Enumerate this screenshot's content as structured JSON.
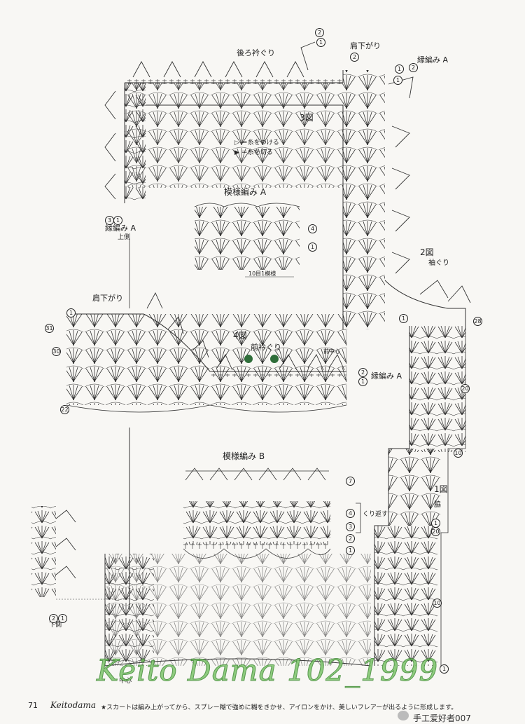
{
  "labels": {
    "neck_back": "後ろ衿ぐり",
    "shoulder_top": "肩下がり",
    "edging_a_top": "縁編み A",
    "fig3": "3図",
    "legend_attach": "＝糸をつける",
    "legend_cut": "＝糸を切る",
    "pattern_a": "模様編み A",
    "pattern_a_note": "10目1模様",
    "edging_a_left": "縁編み A",
    "upper_side": "上側",
    "fig2": "2図",
    "armhole": "袖ぐり",
    "shoulder_left": "肩下がり",
    "fig4": "4図",
    "neck_front": "前衿ぐり",
    "front_center": "前中心",
    "edging_a_mid": "縁編み A",
    "pattern_b": "模様編み B",
    "repeat": "くり返す",
    "fig1": "1図",
    "side": "脇",
    "lower_side": "下側",
    "center": "中心",
    "page": "71",
    "brand": "Keitodama",
    "note": "★スカートは編み上がってから、スプレー糊で強めに糊をきかせ、アイロンをかけ、美しいフレアーが出るように形成します。",
    "watermark": "Keito Dama 102_1999",
    "wechat": "手工爱好者007"
  },
  "rows": {
    "r1": "1",
    "r2": "2",
    "r3": "3",
    "r4": "4",
    "r7": "7",
    "r10": "10",
    "r20": "20",
    "r22": "22",
    "r28": "28",
    "r30": "30",
    "r31": "31"
  }
}
